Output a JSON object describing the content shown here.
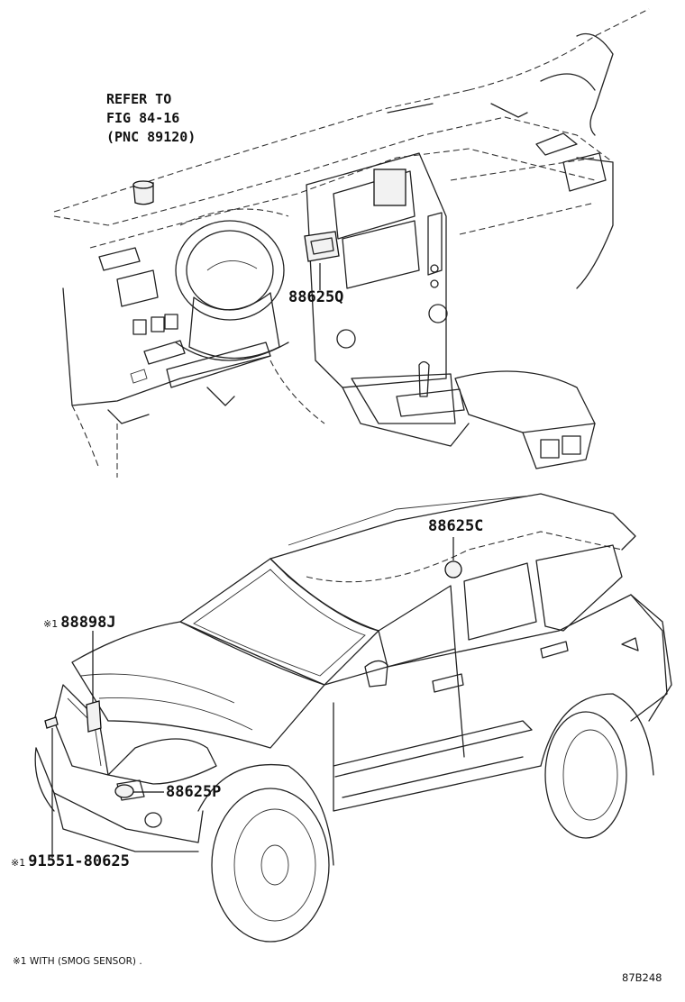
{
  "labels": {
    "refer_line1": "REFER TO",
    "refer_line2": "FIG 84-16",
    "refer_line3": "(PNC 89120)",
    "part_q": "88625Q",
    "part_c": "88625C",
    "part_j": "88898J",
    "part_p": "88625P",
    "part_91551": "91551-80625",
    "note_mark": "※1"
  },
  "footnote": {
    "text": "※1 WITH (SMOG SENSOR) ."
  },
  "figure_code": "87B248"
}
